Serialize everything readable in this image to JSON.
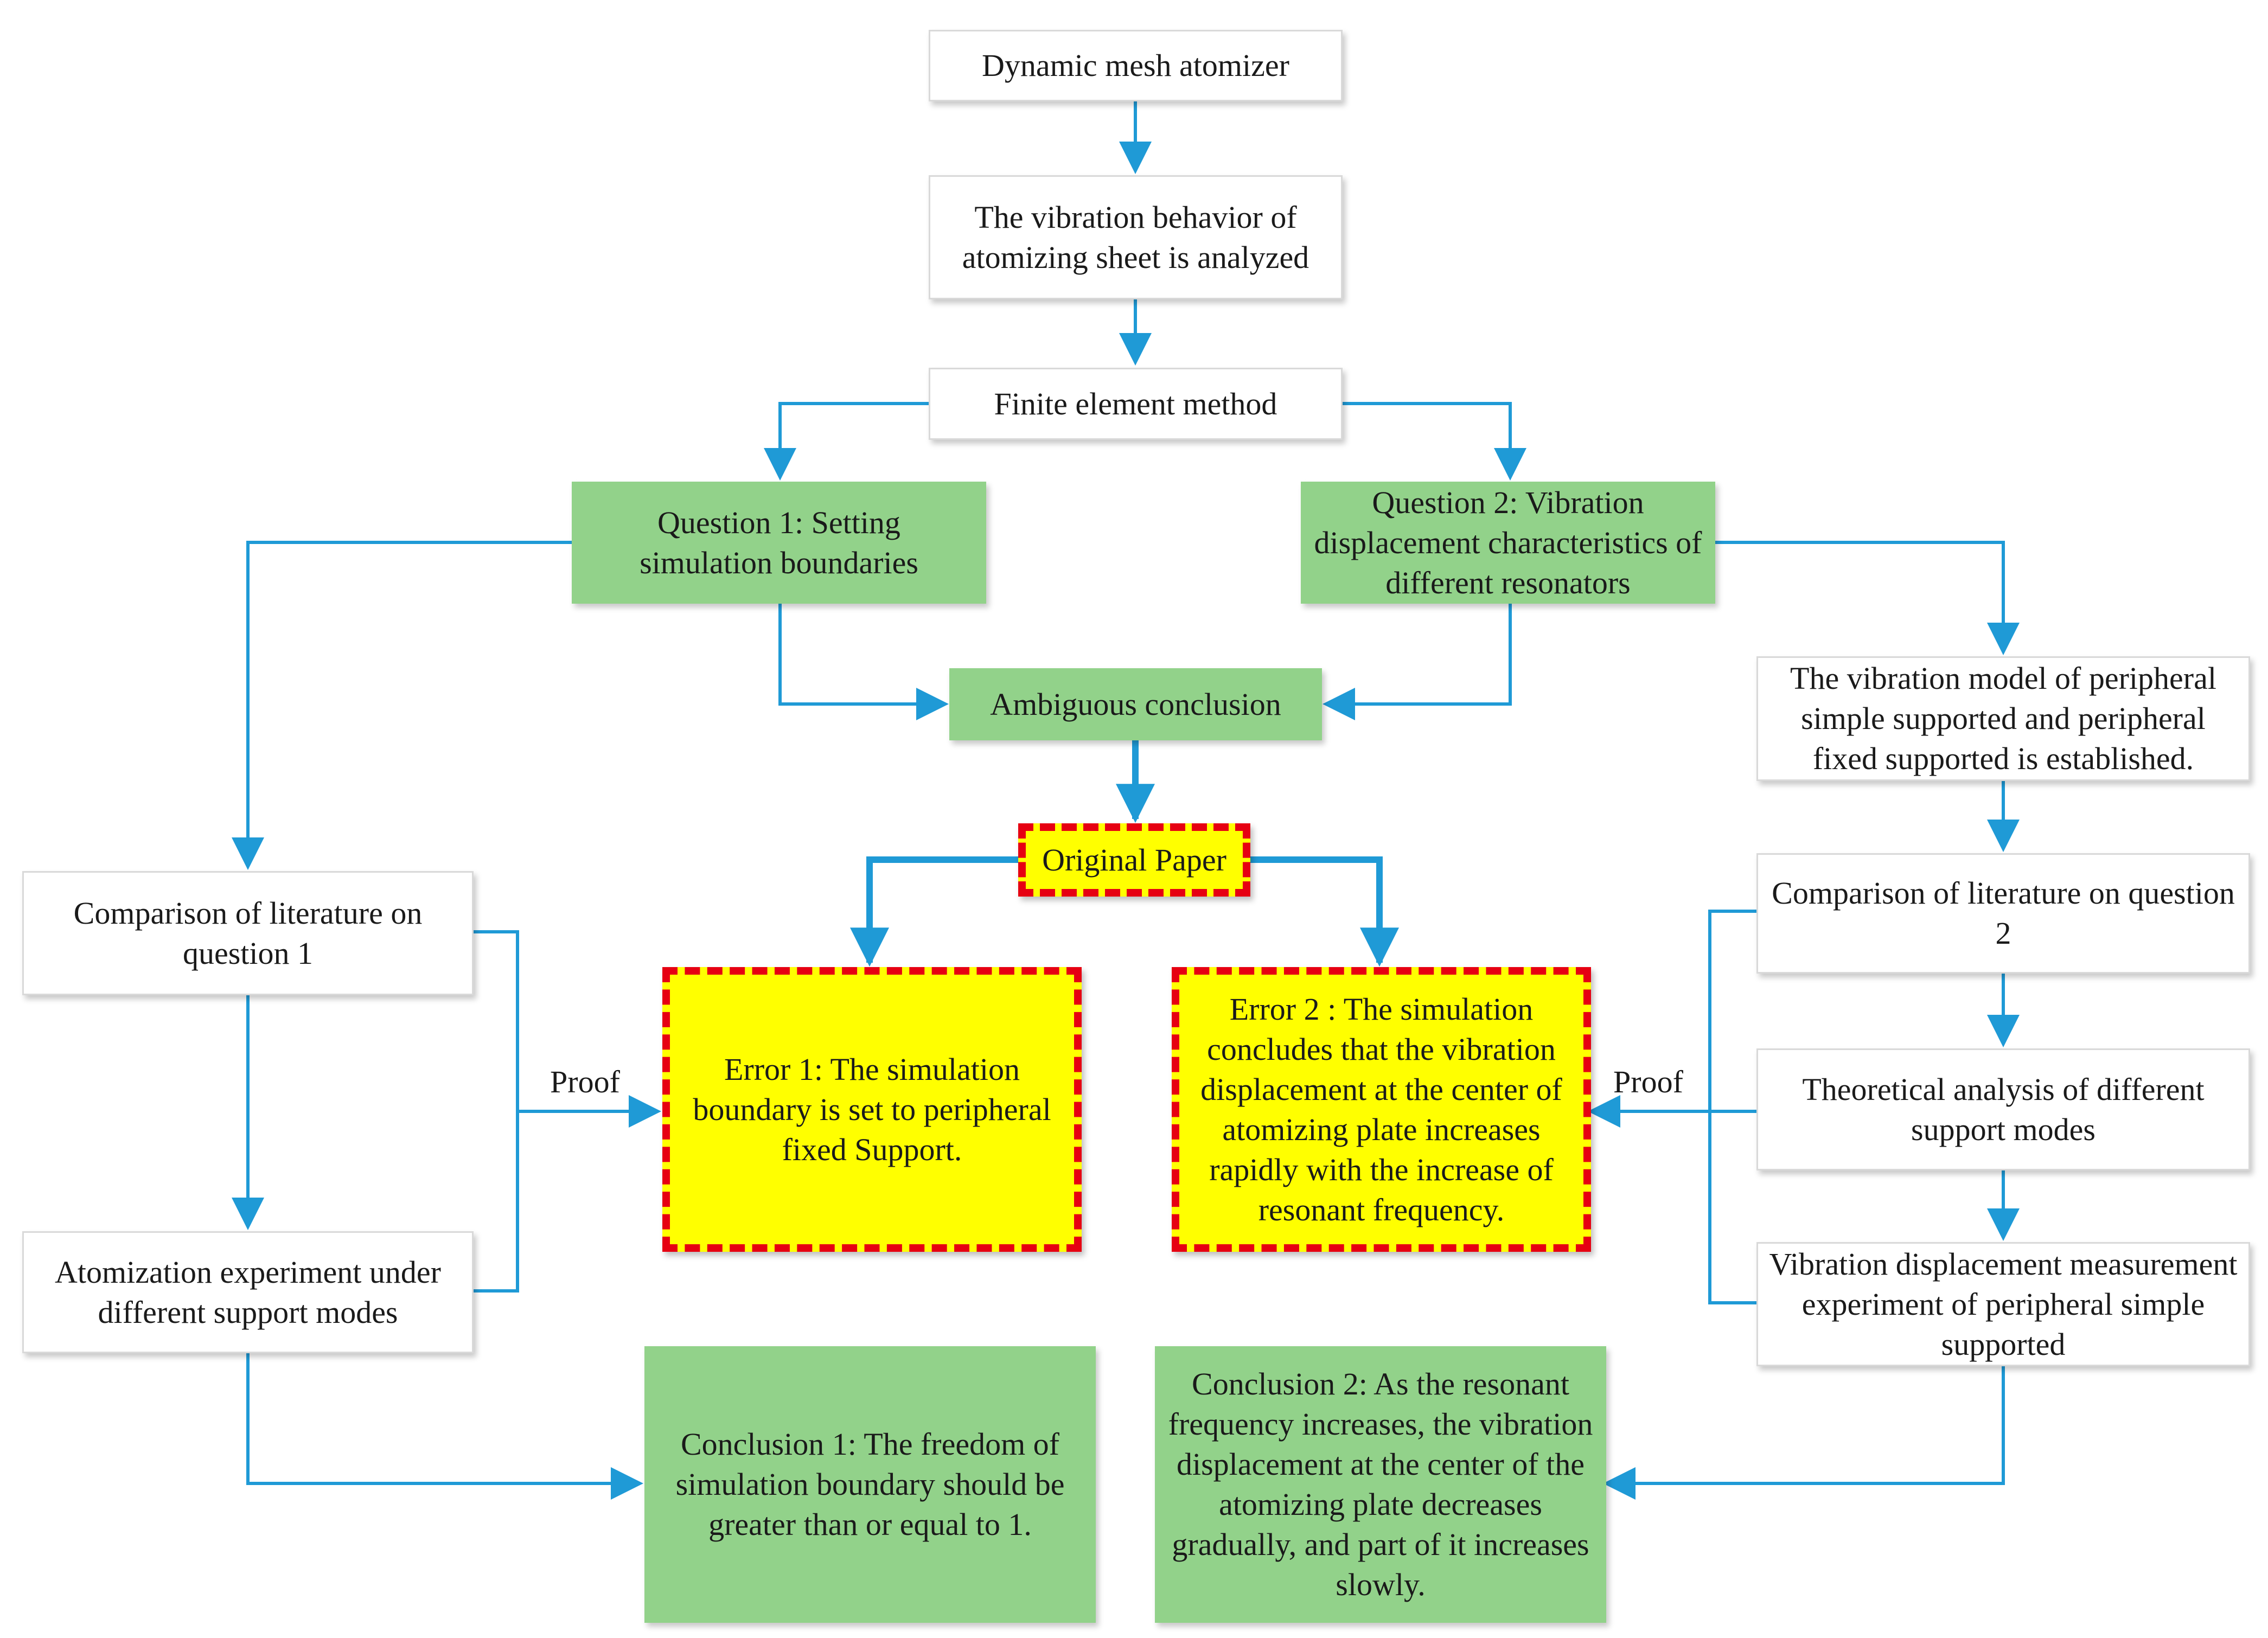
{
  "nodes": {
    "atomizer": "Dynamic mesh atomizer",
    "vibration_behavior": "The vibration behavior of atomizing sheet is analyzed",
    "fem": "Finite element method",
    "question1": "Question 1: Setting simulation boundaries",
    "question2": "Question 2: Vibration displacement characteristics of different resonators",
    "ambiguous": "Ambiguous conclusion",
    "original_paper": "Original Paper",
    "vibration_model": "The vibration model of peripheral simple supported and peripheral fixed supported is established.",
    "lit_q1": "Comparison of literature on question 1",
    "lit_q2": "Comparison of literature on question 2",
    "error1": "Error 1: The simulation boundary is set to peripheral fixed Support.",
    "error2": "Error 2 : The simulation concludes that the vibration displacement at the center of atomizing plate increases rapidly with the increase of resonant frequency.",
    "theoretical": "Theoretical analysis of different support modes",
    "atomization_exp": "Atomization experiment under different support modes",
    "measurement_exp": "Vibration displacement measurement experiment of peripheral simple supported",
    "conclusion1": "Conclusion 1: The freedom of simulation boundary should be greater than or equal to 1.",
    "conclusion2": "Conclusion 2: As the resonant frequency increases, the vibration displacement at the center of the atomizing plate decreases gradually, and part of it increases slowly."
  },
  "labels": {
    "proof_left": "Proof",
    "proof_right": "Proof"
  },
  "colors": {
    "arrow": "#1f9ad6",
    "green_fill": "#92d28a",
    "highlight_fill": "#ffff00",
    "highlight_border": "#e60012"
  }
}
